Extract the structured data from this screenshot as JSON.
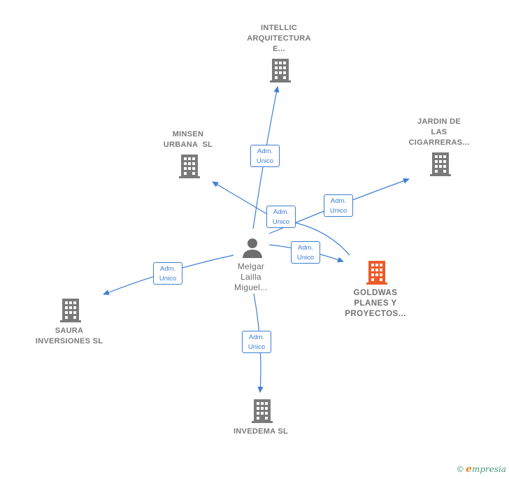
{
  "colors": {
    "edge": "#3d7fd4",
    "building": "#7a7a7a",
    "focus": "#f05a28",
    "person": "#6e6e6e"
  },
  "nodes": {
    "intellic": {
      "label_lines": [
        "INTELLIC",
        "ARQUITECTURA",
        "E..."
      ],
      "icon": "building-icon"
    },
    "minsen": {
      "label_lines": [
        "MINSEN",
        "URBANA  SL"
      ],
      "icon": "building-icon"
    },
    "jardin": {
      "label_lines": [
        "JARDIN DE",
        "LAS",
        "CIGARRERAS..."
      ],
      "icon": "building-icon"
    },
    "melgar": {
      "label_lines": [
        "Melgar",
        "Lailla",
        "Miguel..."
      ],
      "icon": "person-icon"
    },
    "goldwas": {
      "label_lines": [
        "GOLDWAS",
        "PLANES Y",
        "PROYECTOS..."
      ],
      "icon": "building-icon"
    },
    "saura": {
      "label_lines": [
        "SAURA",
        "INVERSIONES SL"
      ],
      "icon": "building-icon"
    },
    "invedema": {
      "label_lines": [
        "INVEDEMA SL"
      ],
      "icon": "building-icon"
    }
  },
  "edges": [
    {
      "id": "to-intellic",
      "label_lines": [
        "Adm.",
        "Unico"
      ]
    },
    {
      "id": "to-minsen",
      "label_lines": [
        "Adm.",
        "Unico"
      ]
    },
    {
      "id": "to-jardin",
      "label_lines": [
        "Adm.",
        "Unico"
      ]
    },
    {
      "id": "to-goldwas",
      "label_lines": [
        "Adm.",
        "Unico"
      ]
    },
    {
      "id": "to-saura",
      "label_lines": [
        "Adm.",
        "Unico"
      ]
    },
    {
      "id": "to-invedema",
      "label_lines": [
        "Adm.",
        "Unico"
      ]
    }
  ],
  "footer": {
    "copyright": "©",
    "brand_initial": "e",
    "brand_rest": "mpresia"
  }
}
